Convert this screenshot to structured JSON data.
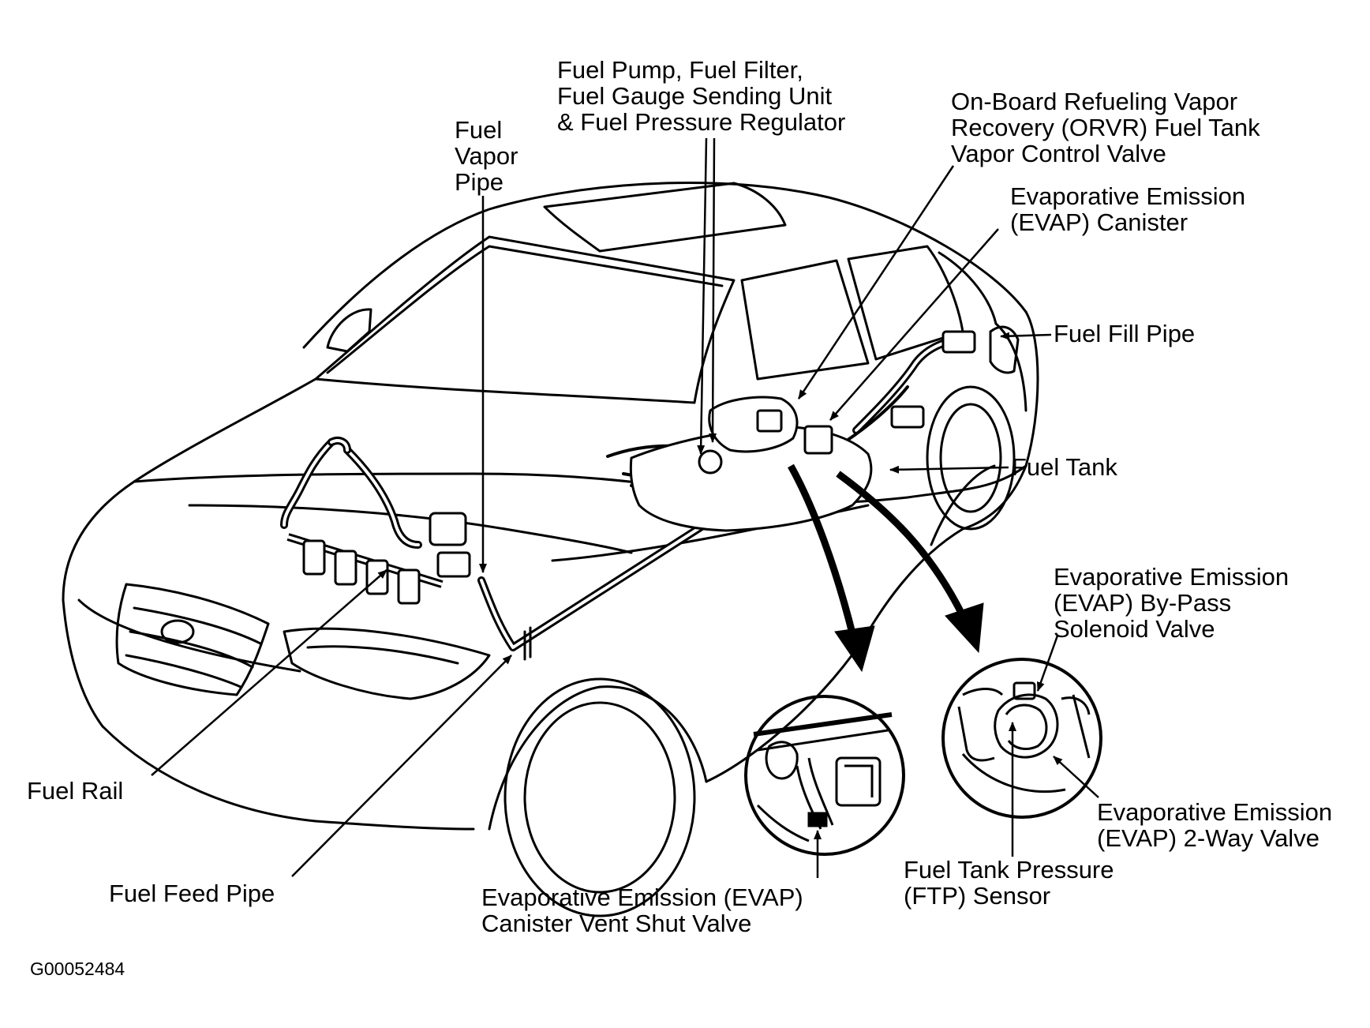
{
  "labels": {
    "fuel_vapor_pipe": "Fuel\nVapor\nPipe",
    "fuel_pump_group": "Fuel Pump, Fuel Filter,\nFuel Gauge Sending Unit\n& Fuel Pressure Regulator",
    "orvr_valve": "On-Board Refueling Vapor\nRecovery (ORVR) Fuel Tank\nVapor Control Valve",
    "evap_canister": "Evaporative Emission\n(EVAP) Canister",
    "fuel_fill_pipe": "Fuel Fill Pipe",
    "fuel_tank": "Fuel Tank",
    "evap_bypass_valve": "Evaporative Emission\n(EVAP) By-Pass\nSolenoid Valve",
    "evap_2way_valve": "Evaporative Emission\n(EVAP) 2-Way Valve",
    "ftp_sensor": "Fuel Tank Pressure\n(FTP) Sensor",
    "evap_vent_shut_valve": "Evaporative Emission (EVAP)\nCanister Vent Shut Valve",
    "fuel_rail": "Fuel Rail",
    "fuel_feed_pipe": "Fuel Feed Pipe"
  },
  "figure_code": "G00052484",
  "colors": {
    "ink": "#000000",
    "paper": "#ffffff"
  }
}
